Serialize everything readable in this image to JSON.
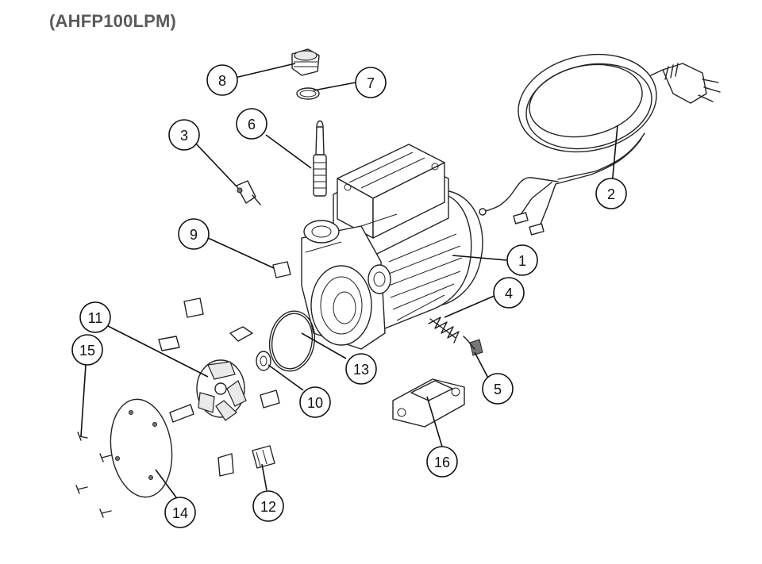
{
  "title": "(AHFP100LPM)",
  "callouts": [
    {
      "id": "1",
      "label": "1"
    },
    {
      "id": "2",
      "label": "2"
    },
    {
      "id": "3",
      "label": "3"
    },
    {
      "id": "4",
      "label": "4"
    },
    {
      "id": "5",
      "label": "5"
    },
    {
      "id": "6",
      "label": "6"
    },
    {
      "id": "7",
      "label": "7"
    },
    {
      "id": "8",
      "label": "8"
    },
    {
      "id": "9",
      "label": "9"
    },
    {
      "id": "10",
      "label": "10"
    },
    {
      "id": "11",
      "label": "11"
    },
    {
      "id": "12",
      "label": "12"
    },
    {
      "id": "13",
      "label": "13"
    },
    {
      "id": "14",
      "label": "14"
    },
    {
      "id": "15",
      "label": "15"
    },
    {
      "id": "16",
      "label": "16"
    }
  ]
}
